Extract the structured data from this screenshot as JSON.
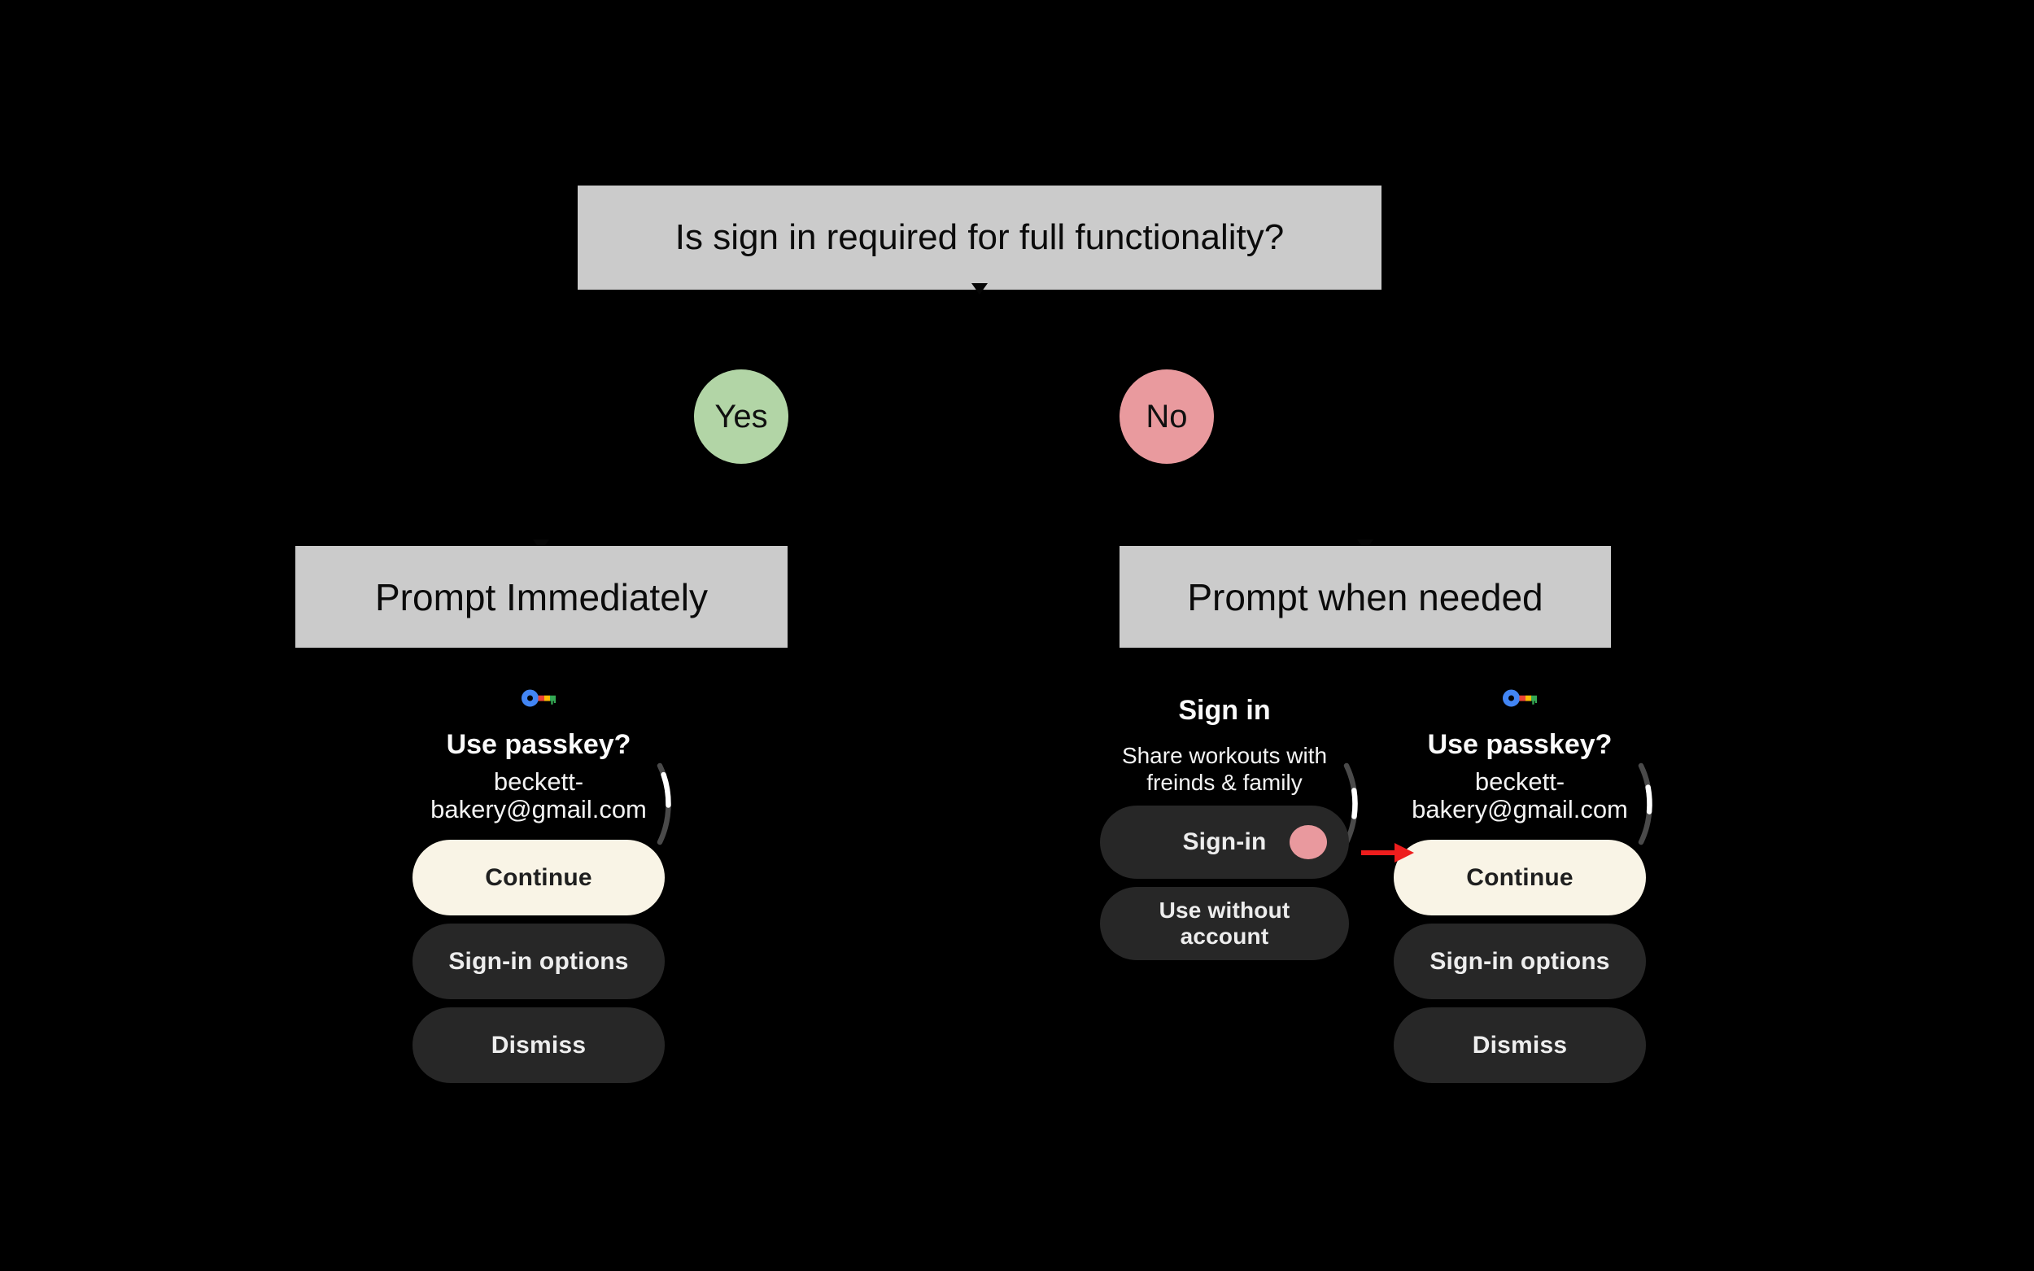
{
  "flowchart": {
    "question": "Is sign in required for full functionality?",
    "yes": {
      "label": "Yes",
      "outcome": "Prompt Immediately"
    },
    "no": {
      "label": "No",
      "outcome": "Prompt when needed"
    }
  },
  "passkey_screen": {
    "icon": "google-passkey-key-icon",
    "title": "Use passkey?",
    "account_line1": "beckett-",
    "account_line2": "bakery@gmail.com",
    "continue_label": "Continue",
    "options_label": "Sign-in options",
    "dismiss_label": "Dismiss"
  },
  "signin_screen": {
    "title": "Sign in",
    "subtitle_line1": "Share workouts with",
    "subtitle_line2": "freinds & family",
    "signin_label": "Sign-in",
    "use_without_line1": "Use without",
    "use_without_line2": "account"
  },
  "colors": {
    "background": "#000000",
    "flow_node_grey": "#cbcbcb",
    "yes_green": "#b2d5a6",
    "no_pink": "#e99a9e",
    "primary_button_cream": "#f9f4e6",
    "secondary_button_grey": "#272727",
    "tap_indicator_pink": "#e9999e",
    "arrow_red": "#ee1d1d",
    "passkey_blue": "#4285f4",
    "passkey_red": "#ea4335",
    "passkey_yellow": "#fbbc04",
    "passkey_green": "#34a853"
  }
}
